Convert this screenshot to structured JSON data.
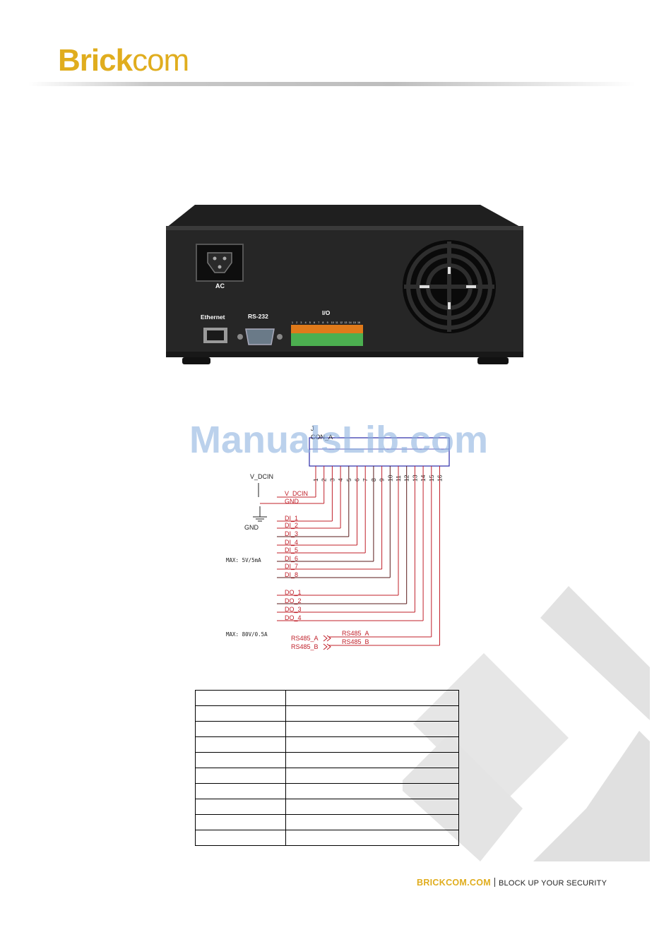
{
  "header": {
    "logo_bold": "Brick",
    "logo_light": "com"
  },
  "device": {
    "ports": {
      "ac": "AC",
      "ethernet": "Ethernet",
      "rs232": "RS-232",
      "io": "I/O"
    },
    "io_pin_numbers": [
      "1",
      "2",
      "3",
      "4",
      "5",
      "6",
      "7",
      "8",
      "9",
      "10",
      "11",
      "12",
      "13",
      "14",
      "15",
      "16"
    ]
  },
  "schematic": {
    "connector_label": "CON_A",
    "connector_top_label": "J",
    "pin_numbers": [
      "1",
      "2",
      "3",
      "4",
      "5",
      "6",
      "7",
      "8",
      "9",
      "10",
      "11",
      "12",
      "13",
      "14",
      "15",
      "16"
    ],
    "power": {
      "vdcin": "V_DCIN",
      "gnd": "GND",
      "vdcin_net": "V_DCIN",
      "gnd_net": "GND"
    },
    "di_labels": [
      "DI_1",
      "DI_2",
      "DI_3",
      "DI_4",
      "DI_5",
      "DI_6",
      "DI_7",
      "DI_8"
    ],
    "do_labels": [
      "DO_1",
      "DO_2",
      "DO_3",
      "DO_4"
    ],
    "di_max": "MAX: 5V/5mA",
    "do_max": "MAX: 80V/0.5A",
    "rs485_left": [
      "RS485_A",
      "RS485_B"
    ],
    "rs485_right": [
      "RS485_A",
      "RS485_B"
    ]
  },
  "watermark": "ManualsLib.com",
  "pin_table": {
    "rows": 10,
    "cols": 2
  },
  "footer": {
    "site": "BRICKCOM.COM",
    "slogan": "BLOCK UP YOUR SECURITY"
  },
  "colors": {
    "brand": "#e0ad1e",
    "schematic_red": "#c0202a",
    "connector_blue": "#2a2aa8"
  }
}
